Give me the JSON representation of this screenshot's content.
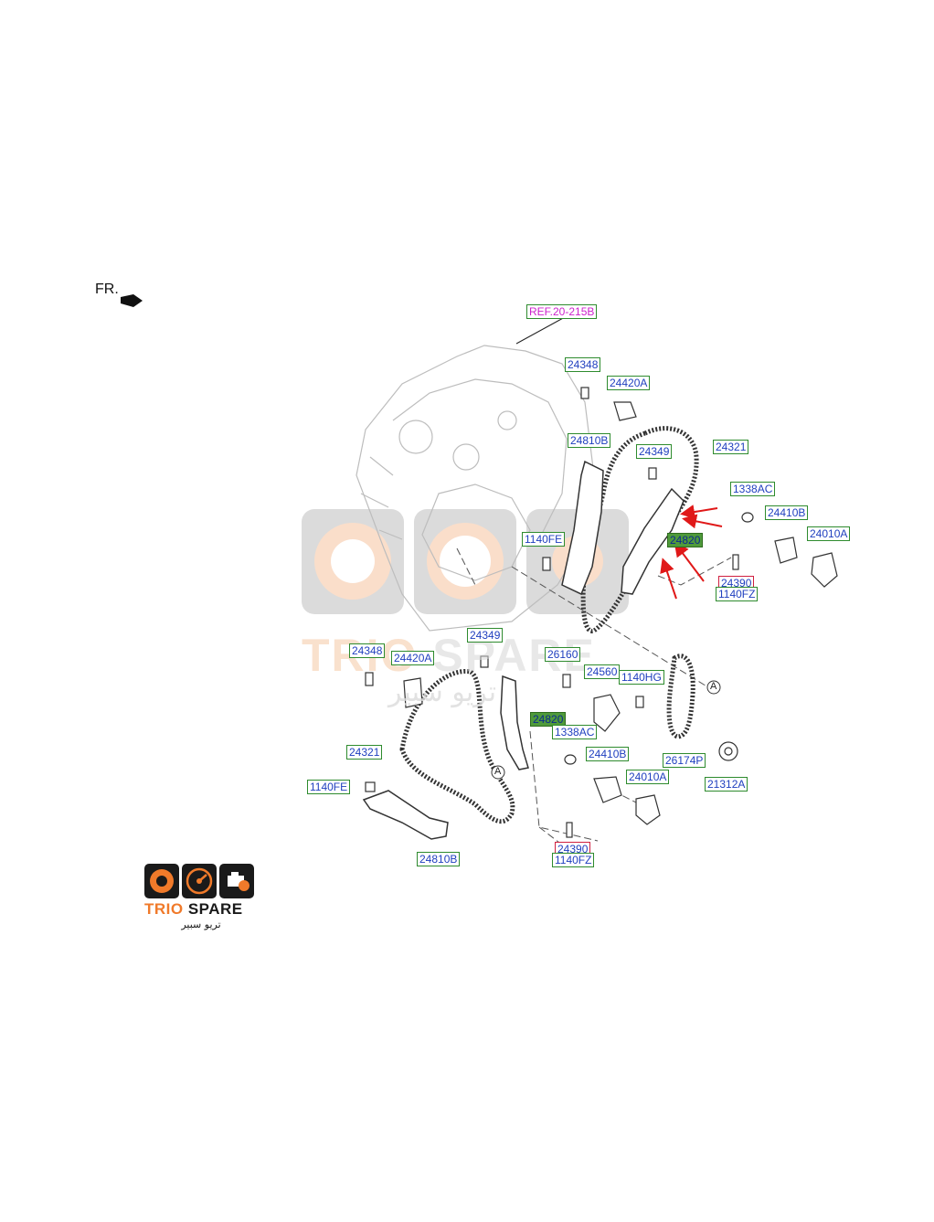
{
  "orientation": {
    "text": "FR."
  },
  "ref": "REF.20-215B",
  "labels": {
    "upper": [
      "24348",
      "24420A",
      "24810B",
      "24349",
      "24321",
      "1338AC",
      "24410B",
      "24010A",
      "24820",
      "1140FE",
      "24390",
      "1140FZ"
    ],
    "lower": [
      "24349",
      "24348",
      "24420A",
      "26160",
      "24560",
      "1140HG",
      "24820",
      "1338AC",
      "24321",
      "24410B",
      "26174P",
      "24010A",
      "21312A",
      "1140FE",
      "24810B",
      "24390",
      "1140FZ"
    ]
  },
  "callouts": [
    "A",
    "A"
  ],
  "highlight_part": "24820",
  "colors": {
    "label_border": "#2e8b2e",
    "label_text": "#1f3fbf",
    "highlight_fill": "#4f9a3a",
    "arrow": "#e01818",
    "ref_text": "#cc22cc",
    "brand_orange": "#f07a2a"
  },
  "watermark": {
    "name_first": "TRIO",
    "name_second": " SPARE",
    "arabic": "تريو سبير"
  },
  "brand": {
    "name_first": "TRIO",
    "name_second": " SPARE",
    "arabic": "تريو سبير",
    "icons": [
      "clutch-disc-icon",
      "speedometer-icon",
      "engine-icon"
    ]
  }
}
